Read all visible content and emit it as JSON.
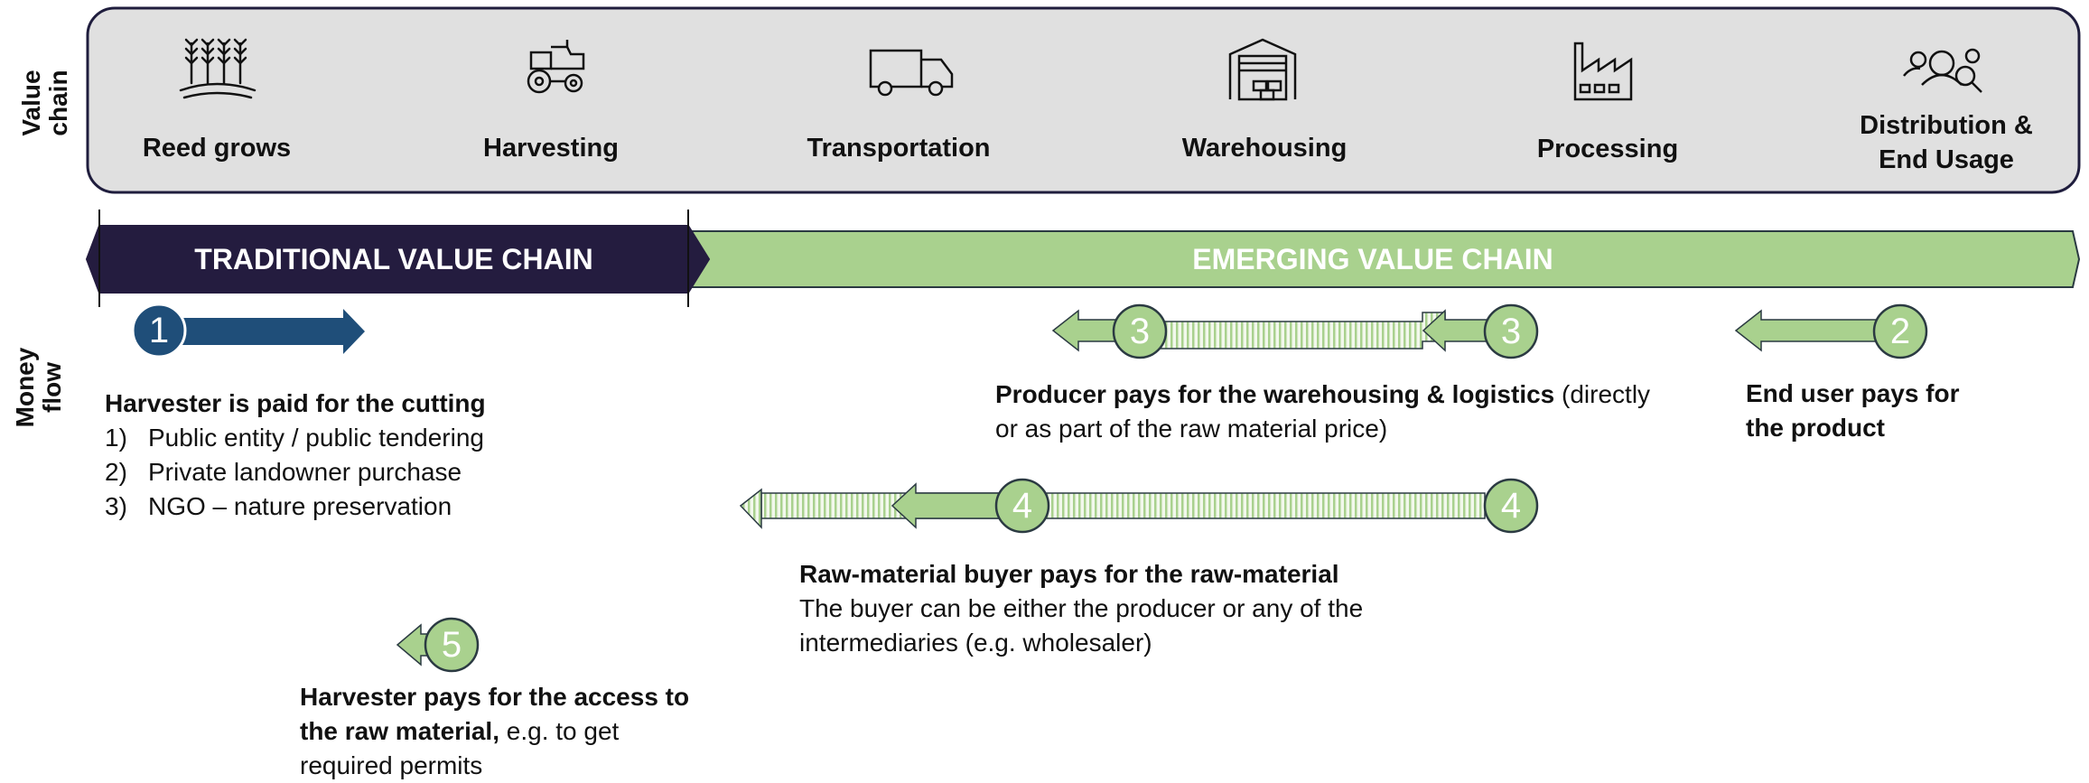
{
  "side_labels": {
    "value_chain": "Value chain",
    "money_flow": "Money flow"
  },
  "stages": [
    {
      "label": "Reed grows",
      "icon": "wheat-icon"
    },
    {
      "label": "Harvesting",
      "icon": "tractor-icon"
    },
    {
      "label": "Transportation",
      "icon": "truck-icon"
    },
    {
      "label": "Warehousing",
      "icon": "warehouse-icon"
    },
    {
      "label": "Processing",
      "icon": "factory-icon"
    },
    {
      "label_line1": "Distribution &",
      "label_line2": "End Usage",
      "icon": "user-search-icon"
    }
  ],
  "banners": {
    "traditional": "TRADITIONAL VALUE CHAIN",
    "emerging": "EMERGING VALUE CHAIN"
  },
  "flow_numbers": {
    "n1": "1",
    "n2": "2",
    "n3a": "3",
    "n3b": "3",
    "n4a": "4",
    "n4b": "4",
    "n5": "5"
  },
  "notes": {
    "harvester_paid": {
      "title": "Harvester is paid for the cutting",
      "items": [
        {
          "n": "1)",
          "text": "Public entity / public tendering"
        },
        {
          "n": "2)",
          "text": "Private landowner purchase"
        },
        {
          "n": "3)",
          "text": "NGO – nature preservation"
        }
      ]
    },
    "producer_pays": {
      "bold": "Producer pays for the warehousing & logistics",
      "rest1": " (directly",
      "rest2": "or as part of the raw material price)"
    },
    "end_user": {
      "line1": "End user pays for",
      "line2": "the product"
    },
    "raw_material_buyer": {
      "title": "Raw-material buyer pays for the raw-material",
      "line1": "The buyer can be either the producer or any of the",
      "line2": "intermediaries (e.g. wholesaler)"
    },
    "harvester_access": {
      "bold1": "Harvester pays for the access to",
      "bold2": "the raw material,",
      "rest2": " e.g. to get",
      "line3": "required permits"
    }
  },
  "colors": {
    "panel_fill": "#e0e0e0",
    "panel_border": "#1f1d3d",
    "traditional": "#241c3f",
    "emerging": "#a9d18e",
    "flow_blue": "#1f4e79",
    "flow_green": "#a9d18e",
    "outline_dark": "#2b3a42"
  }
}
